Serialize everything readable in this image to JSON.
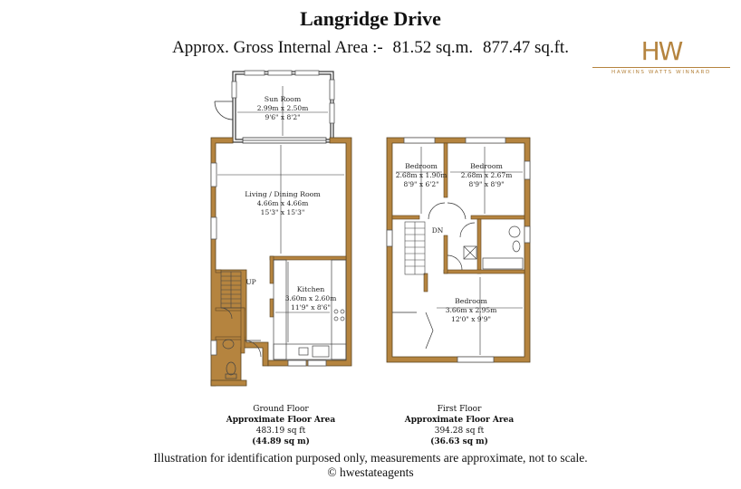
{
  "header": {
    "title": "Langridge Drive",
    "area_label": "Approx. Gross Internal Area :-",
    "area_sqm": "81.52 sq.m.",
    "area_sqft": "877.47 sq.ft."
  },
  "logo": {
    "mark": "HW",
    "text": "HAWKINS WATTS WINNARD",
    "color": "#b5843f"
  },
  "colors": {
    "wall": "#b5843f",
    "wall_outline": "#5a4320"
  },
  "ground_floor": {
    "name": "Ground Floor",
    "area_title": "Approximate Floor Area",
    "area_sqft": "483.19 sq ft",
    "area_sqm": "(44.89 sq m)",
    "stairs_label": "UP",
    "rooms": [
      {
        "name": "Sun Room",
        "metric": "2.99m  x  2.50m",
        "imperial": "9'6\"  x  8'2\""
      },
      {
        "name": "Living / Dining Room",
        "metric": "4.66m  x  4.66m",
        "imperial": "15'3\"  x  15'3\""
      },
      {
        "name": "Kitchen",
        "metric": "3.60m  x  2.60m",
        "imperial": "11'9\"  x  8'6\""
      }
    ]
  },
  "first_floor": {
    "name": "First Floor",
    "area_title": "Approximate Floor Area",
    "area_sqft": "394.28 sq ft",
    "area_sqm": "(36.63 sq m)",
    "stairs_label": "DN",
    "rooms": [
      {
        "name": "Bedroom",
        "metric": "2.68m  x  1.90m",
        "imperial": "8'9\"  x  6'2\""
      },
      {
        "name": "Bedroom",
        "metric": "2.68m  x  2.67m",
        "imperial": "8'9\"  x  8'9\""
      },
      {
        "name": "Bedroom",
        "metric": "3.66m  x  2.95m",
        "imperial": "12'0\"  x  9'9\""
      }
    ]
  },
  "footer": {
    "disclaimer": "Illustration for identification purposed only, measurements are approximate, not to scale.",
    "copyright": "©  hwestateagents"
  }
}
